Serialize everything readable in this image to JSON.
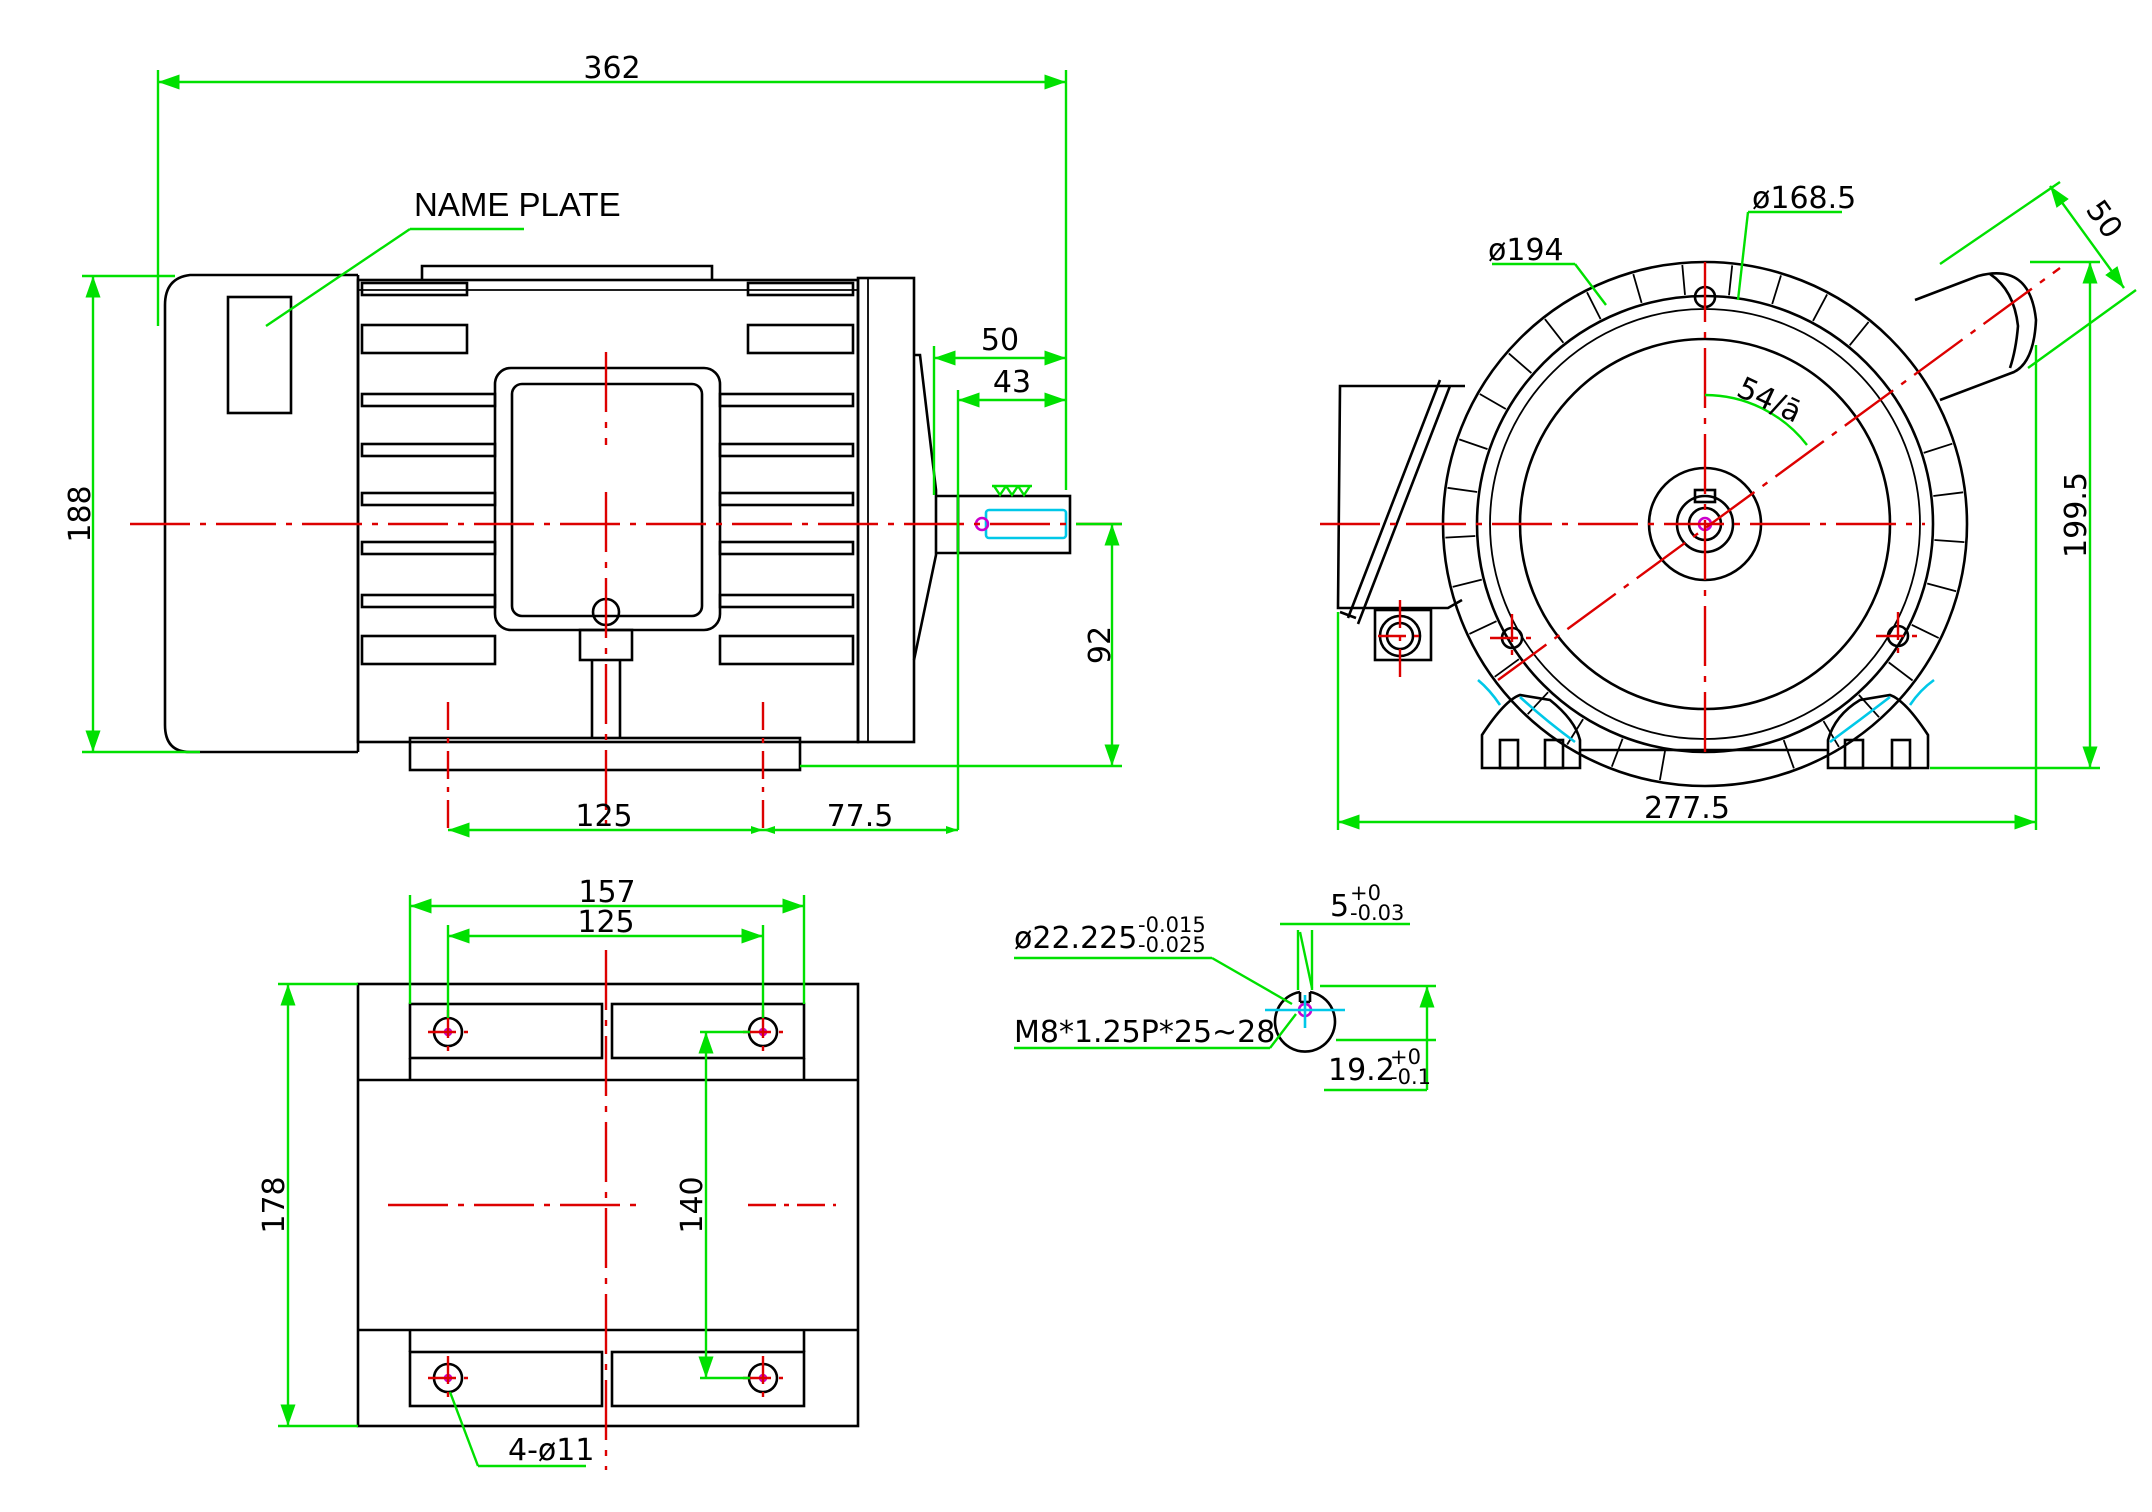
{
  "dimensions": {
    "overall_length": "362",
    "height_188": "188",
    "shaft_50": "50",
    "shaft_43": "43",
    "shaft_height_92": "92",
    "foot_spacing_125": "125",
    "foot_offset_77_5": "77.5",
    "dia_194": "ø194",
    "dia_168_5": "ø168.5",
    "angle_54": "54/ā",
    "box_50": "50",
    "height_199_5": "199.5",
    "width_277_5": "277.5",
    "foot_width_157": "157",
    "foot_spacing_top_125": "125",
    "depth_178": "178",
    "hole_spacing_140": "140",
    "holes": "4-ø11"
  },
  "labels": {
    "name_plate": "NAME PLATE"
  },
  "shaft_detail": {
    "diameter": "ø22.225",
    "diameter_upper_tol": "-0.015",
    "diameter_lower_tol": "-0.025",
    "thread": "M8*1.25P*25~28",
    "key_width": "5",
    "key_upper_tol": "+0",
    "key_lower_tol": "-0.03",
    "key_height": "19.2",
    "height_upper_tol": "+0",
    "height_lower_tol": "-0.1"
  },
  "colors": {
    "dimension": "#00e000",
    "centerline": "#dd0000",
    "outline": "#000000",
    "highlight": "#00c8e8"
  }
}
